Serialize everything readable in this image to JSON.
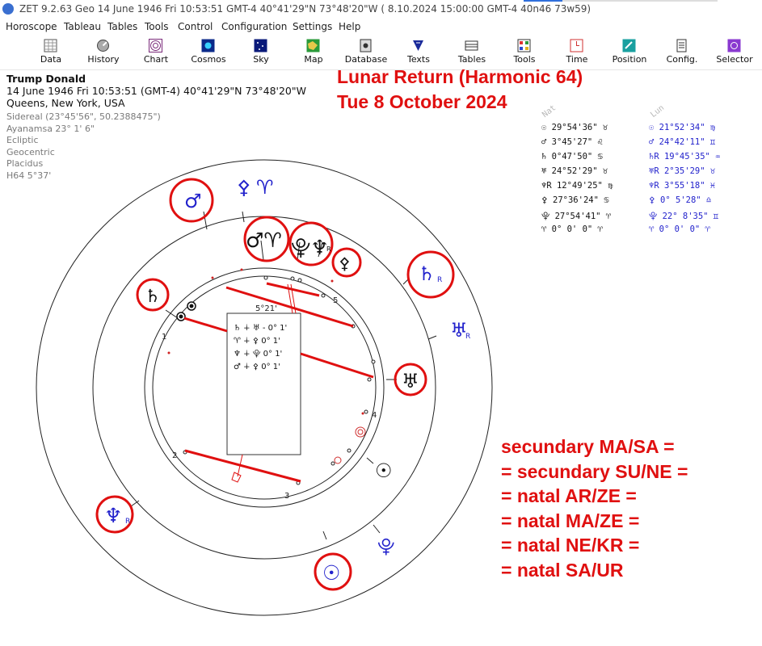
{
  "titlebar": {
    "text": "ZET 9.2.63 Geo    14 June 1946  Fri  10:53:51 GMT-4 40°41'29\"N  73°48'20\"W  ( 8.10.2024  15:00:00 GMT-4 40n46 73w59)"
  },
  "menu": [
    "Horoscope",
    "Tableau",
    "Tables",
    "Tools",
    "Control",
    "Configuration",
    "Settings",
    "Help"
  ],
  "toolbar": [
    {
      "label": "Data",
      "icon": "grid-icon"
    },
    {
      "label": "History",
      "icon": "history-icon"
    },
    {
      "label": "Chart",
      "icon": "chart-wheel-icon"
    },
    {
      "label": "Cosmos",
      "icon": "cosmos-icon"
    },
    {
      "label": "Sky",
      "icon": "sky-icon"
    },
    {
      "label": "Map",
      "icon": "map-icon"
    },
    {
      "label": "Database",
      "icon": "database-icon"
    },
    {
      "label": "Texts",
      "icon": "texts-icon"
    },
    {
      "label": "Tables",
      "icon": "tables-icon"
    },
    {
      "label": "Tools",
      "icon": "tools-icon"
    },
    {
      "label": "Time",
      "icon": "time-icon"
    },
    {
      "label": "Position",
      "icon": "position-icon"
    },
    {
      "label": "Config.",
      "icon": "config-icon"
    },
    {
      "label": "Selector",
      "icon": "selector-icon"
    }
  ],
  "info": {
    "name": "Trump Donald",
    "date_line": "14 June 1946  Fri  10:53:51 (GMT-4) 40°41'29\"N  73°48'20\"W",
    "place": "Queens, New York, USA",
    "details": [
      "Sidereal (23°45'56\", 50.2388475\")",
      "Ayanamsa 23° 1' 6\"",
      "Ecliptic",
      "Geocentric",
      "Placidus",
      "H64   5°37'"
    ]
  },
  "headline": [
    "Lunar Return (Harmonic 64)",
    "Tue 8 October 2024"
  ],
  "positions": {
    "header_natal": "Nat",
    "header_lunar": "Lun",
    "natal": [
      "☉  29°54'36\" ♉",
      "♂   3°45'27\" ♌",
      "♄   0°47'50\" ♋",
      "♅  24°52'29\" ♉",
      "♆R 12°49'25\" ♍",
      "⚴  27°36'24\" ♋",
      "⯓  27°54'41\" ♈",
      "♈   0° 0' 0\" ♈"
    ],
    "lunar": [
      "☉   21°52'34\" ♍",
      "♂   24°42'11\" ♊",
      "♄R 19°45'35\" ♒",
      "♅R  2°35'29\" ♉",
      "♆R  3°55'18\" ♓",
      "⚴    0° 5'28\" ♎",
      "⯓   22° 8'35\" ♊",
      "♈    0° 0' 0\" ♈"
    ]
  },
  "wheel": {
    "center_value": "5°21'",
    "house_numbers": [
      "1",
      "2",
      "3",
      "4",
      "5"
    ],
    "aspect_box": [
      "♄ ∔ ♅  - 0° 1'",
      "♈ ∔ ⚴    0° 1'",
      "♆ ∔ ⯓    0° 1'",
      "♂ ∔ ⚴    0° 1'"
    ],
    "glyphs": {
      "mars_outer": "♂",
      "kronos_top": "⚴",
      "aries_top": "♈",
      "mars_aries": "♂♈",
      "hades_neptune": "⯓♆",
      "neptune_r_sub": "R",
      "kronos_mid": "⚴",
      "saturn_r": "♄",
      "saturn_r_sub": "R",
      "uranus_r_blue": "♅",
      "uranus_r_sub": "R",
      "saturn_left": "♄",
      "uranus_right": "♅",
      "sun_right": "☉",
      "hades_blue": "⯓",
      "neptune_left": "♆",
      "neptune_left_sub": "R",
      "sun_bottom": "☉"
    }
  },
  "annotation": [
    "secundary MA/SA =",
    "= secundary SU/NE =",
    "= natal AR/ZE =",
    "= natal MA/ZE =",
    "= natal NE/KR =",
    "= natal SA/UR"
  ],
  "colors": {
    "accent_red": "#e01010",
    "lunar_blue": "#2222cc"
  }
}
